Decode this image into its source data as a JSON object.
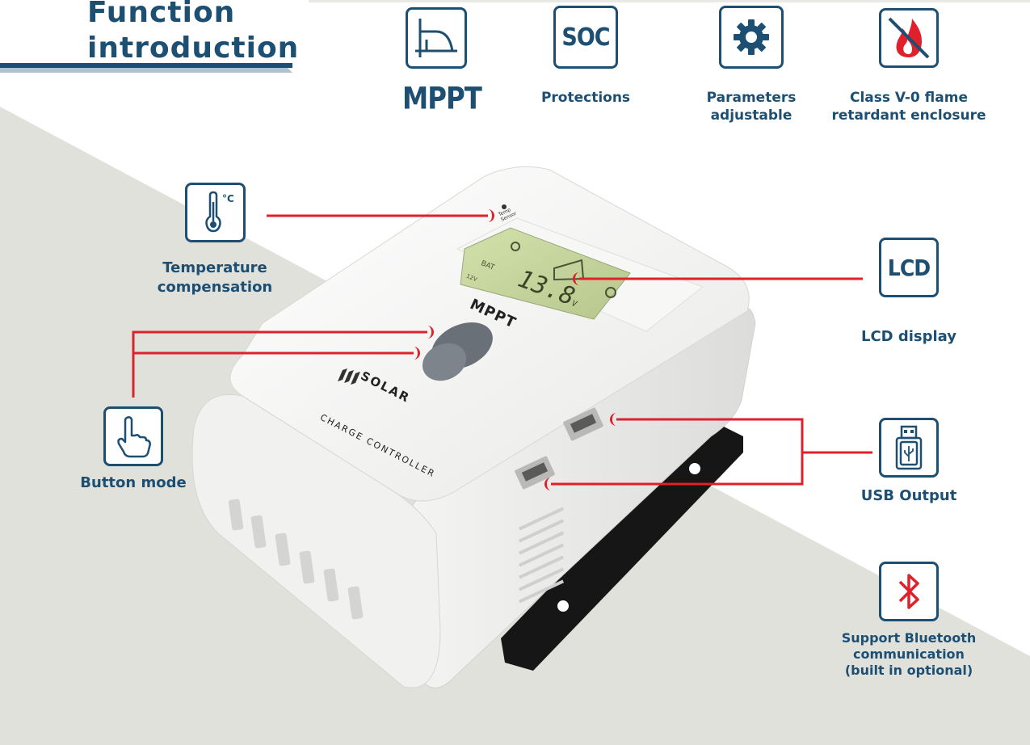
{
  "heading": {
    "line1": "Function",
    "line2": "introduction"
  },
  "features": [
    {
      "id": "mppt",
      "label": "MPPT",
      "icon": "mppt-curve-icon"
    },
    {
      "id": "protections",
      "label": "Protections",
      "icon": "soc-icon",
      "icon_text": "SOC"
    },
    {
      "id": "parameters",
      "label_lines": [
        "Parameters",
        "adjustable"
      ],
      "icon": "gear-icon"
    },
    {
      "id": "flame",
      "label_lines": [
        "Class V-0 flame",
        "retardant enclosure"
      ],
      "icon": "no-fire-icon"
    }
  ],
  "callouts": [
    {
      "id": "temperature",
      "label_lines": [
        "Temperature",
        "compensation"
      ],
      "icon": "thermometer-icon",
      "icon_text": "°C"
    },
    {
      "id": "button",
      "label_lines": [
        "Button mode"
      ],
      "icon": "hand-pointer-icon"
    },
    {
      "id": "lcd",
      "label_lines": [
        "LCD display"
      ],
      "icon": "lcd-icon",
      "icon_text": "LCD"
    },
    {
      "id": "usb",
      "label_lines": [
        "USB Output"
      ],
      "icon": "usb-drive-icon"
    },
    {
      "id": "bluetooth",
      "label_lines": [
        "Support Bluetooth",
        "communication",
        "(built in optional)"
      ],
      "icon": "bluetooth-icon"
    }
  ],
  "device": {
    "temp_sensor_label_lines": [
      "Temp",
      "Sensor"
    ],
    "lcd_battery_label": "BAT",
    "lcd_voltage_label": "12V",
    "lcd_reading": "13.8",
    "lcd_unit": "V",
    "model_label": "MPPT",
    "brand_label": "SOLAR",
    "product_label": "CHARGE CONTROLLER"
  },
  "colors": {
    "brand_navy": "#1d4f73",
    "callout_red": "#e0202a",
    "background_grey": "#e1e1db",
    "lcd_green": "#c8d6a0"
  }
}
